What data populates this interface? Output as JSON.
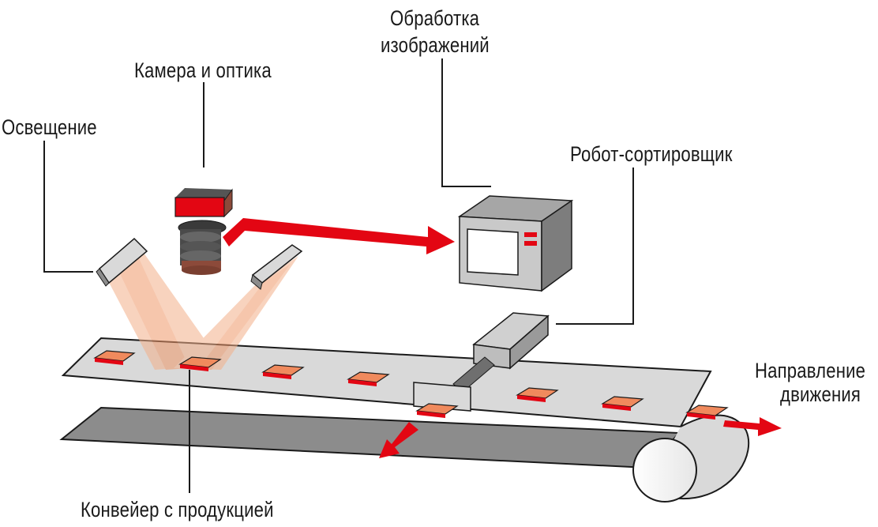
{
  "labels": {
    "lighting": "Освещение",
    "camera": "Камера и оптика",
    "processing_line1": "Обработка",
    "processing_line2": "изображений",
    "robot": "Робот-сортировщик",
    "conveyor": "Конвейер с продукцией",
    "direction_line1": "Направление",
    "direction_line2": "движения"
  },
  "colors": {
    "accent_red": "#e30613",
    "product_orange": "#f08a5d",
    "belt_light": "#d9d9d9",
    "belt_dark": "#8c8c8c",
    "device_gray": "#a6a6a6",
    "light_beam": "#f4b08a",
    "leader_line": "#1a1a1a"
  },
  "icons": [
    "lamp-icon",
    "camera-icon",
    "computer-monitor-icon",
    "robot-pusher-icon",
    "arrow-icon"
  ]
}
